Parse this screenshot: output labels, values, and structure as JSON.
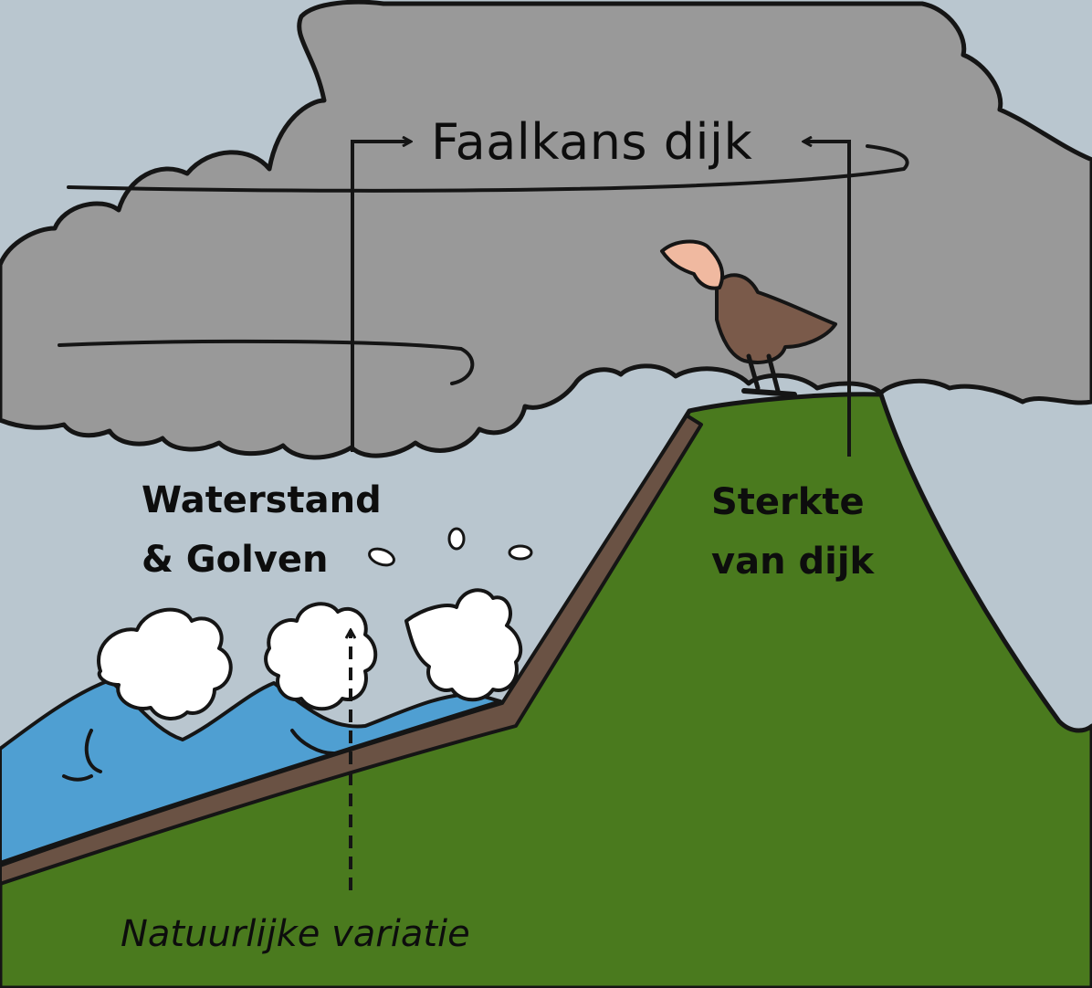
{
  "title": "Faalkans dijk",
  "water_label": {
    "line1": "Waterstand",
    "line2": "& Golven"
  },
  "strength_label": {
    "line1": "Sterkte",
    "line2": "van dijk"
  },
  "variation_label": "Natuurlijke variatie",
  "colors": {
    "sky": "#b9c6cf",
    "cloud": "#999999",
    "dike": "#4a7a1e",
    "dike_lining": "#6a5244",
    "water": "#4f9fd2",
    "foam": "#ffffff",
    "outline": "#151515"
  }
}
